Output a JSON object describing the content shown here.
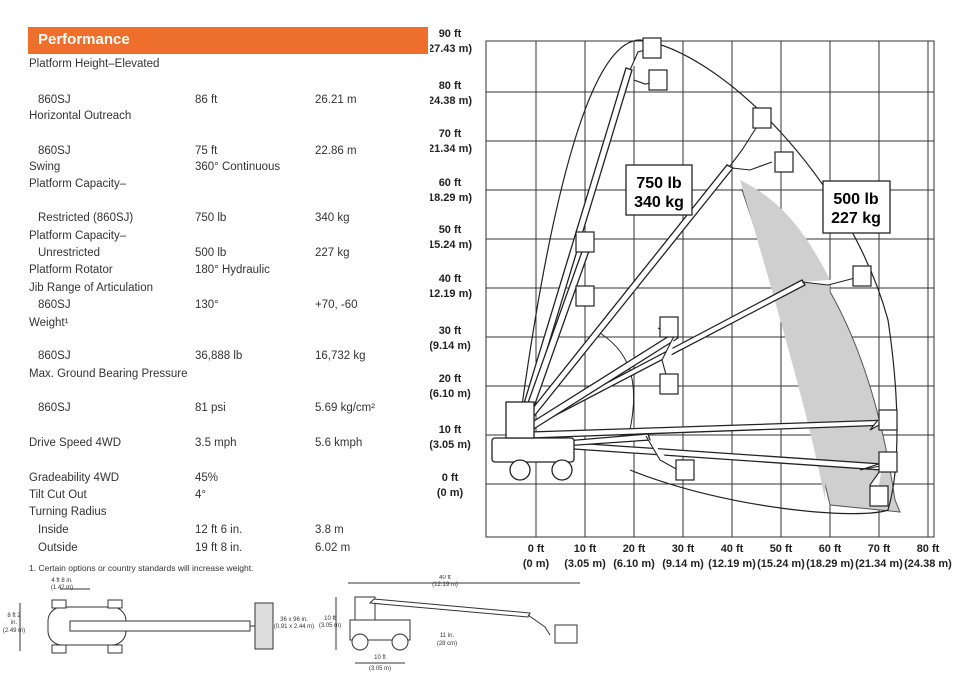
{
  "specs": {
    "header": "Performance",
    "rows": [
      {
        "label": "Platform Height–Elevated",
        "v1": "",
        "v2": ""
      },
      {
        "label": "860SJ",
        "v1": "86 ft",
        "v2": "26.21 m"
      },
      {
        "label": "Horizontal Outreach",
        "v1": "",
        "v2": ""
      },
      {
        "label": "860SJ",
        "v1": "75 ft",
        "v2": "22.86 m"
      },
      {
        "label": "Swing",
        "v1": "360° Continuous",
        "v2": ""
      },
      {
        "label": "Platform Capacity–",
        "v1": "",
        "v2": ""
      },
      {
        "label": "Restricted (860SJ)",
        "v1": "750 lb",
        "v2": "340 kg"
      },
      {
        "label": "Platform Capacity–",
        "v1": "",
        "v2": ""
      },
      {
        "label": "Unrestricted",
        "v1": "500 lb",
        "v2": "227 kg"
      },
      {
        "label": "Platform Rotator",
        "v1": "180° Hydraulic",
        "v2": ""
      },
      {
        "label": "Jib Range of Articulation",
        "v1": "",
        "v2": ""
      },
      {
        "label": "860SJ",
        "v1": "130°",
        "v2": "+70, -60"
      },
      {
        "label": "Weight¹",
        "v1": "",
        "v2": ""
      },
      {
        "label": "860SJ",
        "v1": "36,888 lb",
        "v2": "16,732 kg"
      },
      {
        "label": "Max. Ground Bearing Pressure",
        "v1": "",
        "v2": ""
      },
      {
        "label": "860SJ",
        "v1": "81 psi",
        "v2": "5.69 kg/cm²"
      },
      {
        "label": "Drive Speed 4WD",
        "v1": "3.5 mph",
        "v2": "5.6 kmph"
      },
      {
        "label": "Gradeability 4WD",
        "v1": "45%",
        "v2": ""
      },
      {
        "label": "Tilt Cut Out",
        "v1": "4°",
        "v2": ""
      },
      {
        "label": "Turning Radius",
        "v1": "",
        "v2": ""
      },
      {
        "label": "Inside",
        "v1": "12 ft 6 in.",
        "v2": "3.8 m"
      },
      {
        "label": "Outside",
        "v1": "19 ft 8 in.",
        "v2": "6.02 m"
      }
    ],
    "footnote": "1. Certain options or country standards will increase weight."
  },
  "range_chart": {
    "y_labels": [
      {
        "ft": "90 ft",
        "m": "27.43 m)"
      },
      {
        "ft": "80 ft",
        "m": "24.38 m)"
      },
      {
        "ft": "70 ft",
        "m": "21.34 m)"
      },
      {
        "ft": "60 ft",
        "m": "18.29 m)"
      },
      {
        "ft": "50 ft",
        "m": "15.24 m)"
      },
      {
        "ft": "40 ft",
        "m": "12.19 m)"
      },
      {
        "ft": "30 ft",
        "m": "(9.14 m)"
      },
      {
        "ft": "20 ft",
        "m": "(6.10 m)"
      },
      {
        "ft": "10 ft",
        "m": "(3.05 m)"
      },
      {
        "ft": "0 ft",
        "m": "(0 m)"
      }
    ],
    "x_labels": [
      {
        "ft": "0 ft",
        "m": "(0 m)"
      },
      {
        "ft": "10 ft",
        "m": "(3.05 m)"
      },
      {
        "ft": "20 ft",
        "m": "(6.10 m)"
      },
      {
        "ft": "30 ft",
        "m": "(9.14 m)"
      },
      {
        "ft": "40 ft",
        "m": "(12.19 m)"
      },
      {
        "ft": "50 ft",
        "m": "(15.24 m)"
      },
      {
        "ft": "60 ft",
        "m": "(18.29 m)"
      },
      {
        "ft": "70 ft",
        "m": "(21.34 m)"
      },
      {
        "ft": "80 ft",
        "m": "(24.38 m)"
      }
    ],
    "capacity_restricted": {
      "lb": "750 lb",
      "kg": "340 kg"
    },
    "capacity_unrestricted": {
      "lb": "500 lb",
      "kg": "227 kg"
    },
    "shade_color": "#cfcfcf"
  },
  "drawings": {
    "top_view": {
      "len": "4 ft 8 in.",
      "len_m": "(1.42 m)",
      "width": "8 ft 2",
      "width_in": "in.",
      "width_m": "(2.49 m)",
      "platform": "36 x 96 in.",
      "platform_m": "(0.91 x 2.44 m)"
    },
    "side_view": {
      "length": "40 ft",
      "length_m": "(12.19 m)",
      "height": "10 ft",
      "height_m": "(3.05 m)",
      "clearance": "11 in.",
      "clearance_m": "(28 cm)",
      "wheelbase": "10 ft",
      "wheelbase_m": "(3.05 m)"
    }
  }
}
